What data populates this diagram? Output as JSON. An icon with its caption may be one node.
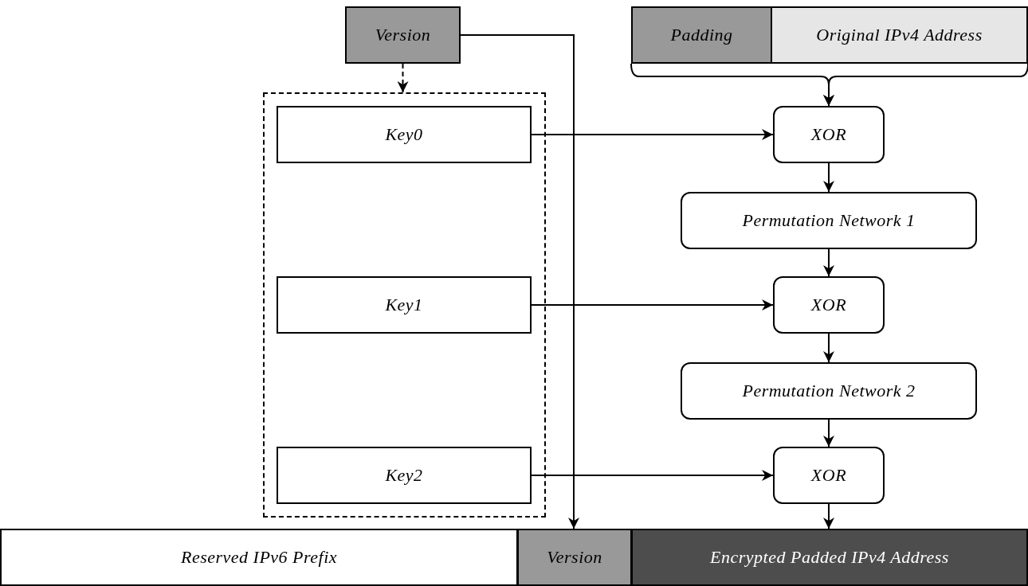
{
  "diagram": {
    "nodes": [
      {
        "text": [
          "Version"
        ]
      },
      {
        "text": [
          "Padding"
        ]
      },
      {
        "text": [
          "Original IPv4 Address"
        ]
      },
      {
        "text": [],
        "shape": "box"
      },
      {
        "text": [
          "Key0"
        ],
        "in": 3
      },
      {
        "text": [
          "XOR"
        ]
      },
      {
        "text": [
          "Permutation Network 1"
        ]
      },
      {
        "text": [
          "Key1"
        ],
        "in": 3
      },
      {
        "text": [
          "XOR"
        ]
      },
      {
        "text": [
          "Permutation Network 2"
        ]
      },
      {
        "text": [
          "Key2"
        ],
        "in": 3
      },
      {
        "text": [
          "XOR"
        ]
      },
      {
        "text": [
          "Reserved IPv6 Prefix"
        ]
      },
      {
        "text": [
          "Version"
        ]
      },
      {
        "text": [
          "Encrypted Padded IPv4 Address"
        ]
      }
    ],
    "edges": [
      {
        "from": 0,
        "to": 3,
        "arrow": "to",
        "style": "dashed"
      },
      {
        "from": 0,
        "to": 13,
        "arrow": "to"
      },
      {
        "from": 1,
        "to": 5,
        "arrow": "to"
      },
      {
        "from": 2,
        "to": 5,
        "arrow": "to"
      },
      {
        "from": 4,
        "to": 5,
        "arrow": "to"
      },
      {
        "from": 5,
        "to": 6,
        "arrow": "to"
      },
      {
        "from": 6,
        "to": 8,
        "arrow": "to"
      },
      {
        "from": 7,
        "to": 8,
        "arrow": "to"
      },
      {
        "from": 8,
        "to": 9,
        "arrow": "to"
      },
      {
        "from": 9,
        "to": 11,
        "arrow": "to"
      },
      {
        "from": 10,
        "to": 11,
        "arrow": "to"
      },
      {
        "from": 11,
        "to": 14,
        "arrow": "to"
      }
    ]
  }
}
